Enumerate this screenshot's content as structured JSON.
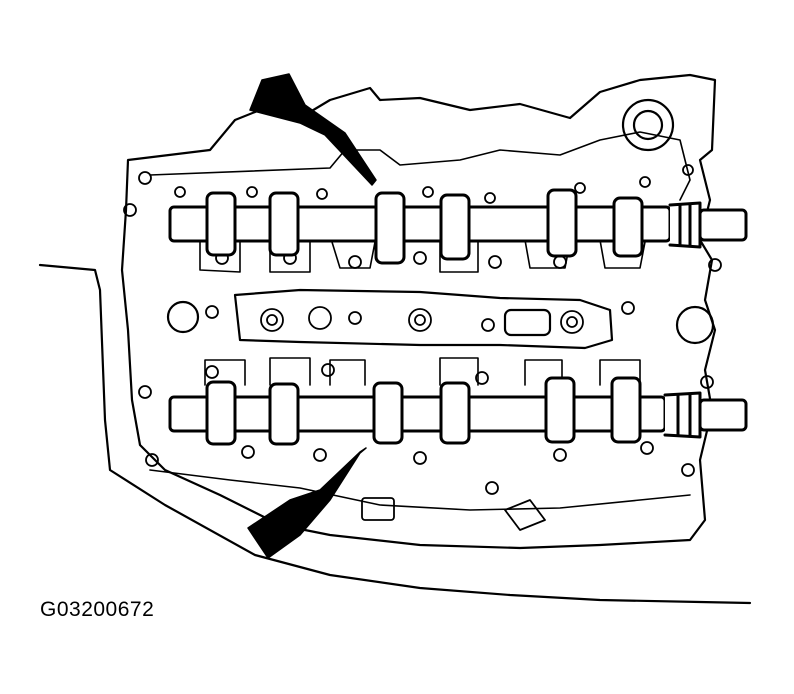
{
  "figure": {
    "code": "G03200672",
    "line_color": "#000000",
    "background": "#ffffff",
    "camshafts": 2,
    "lobes_per_camshaft": 6,
    "arrows": 2
  }
}
